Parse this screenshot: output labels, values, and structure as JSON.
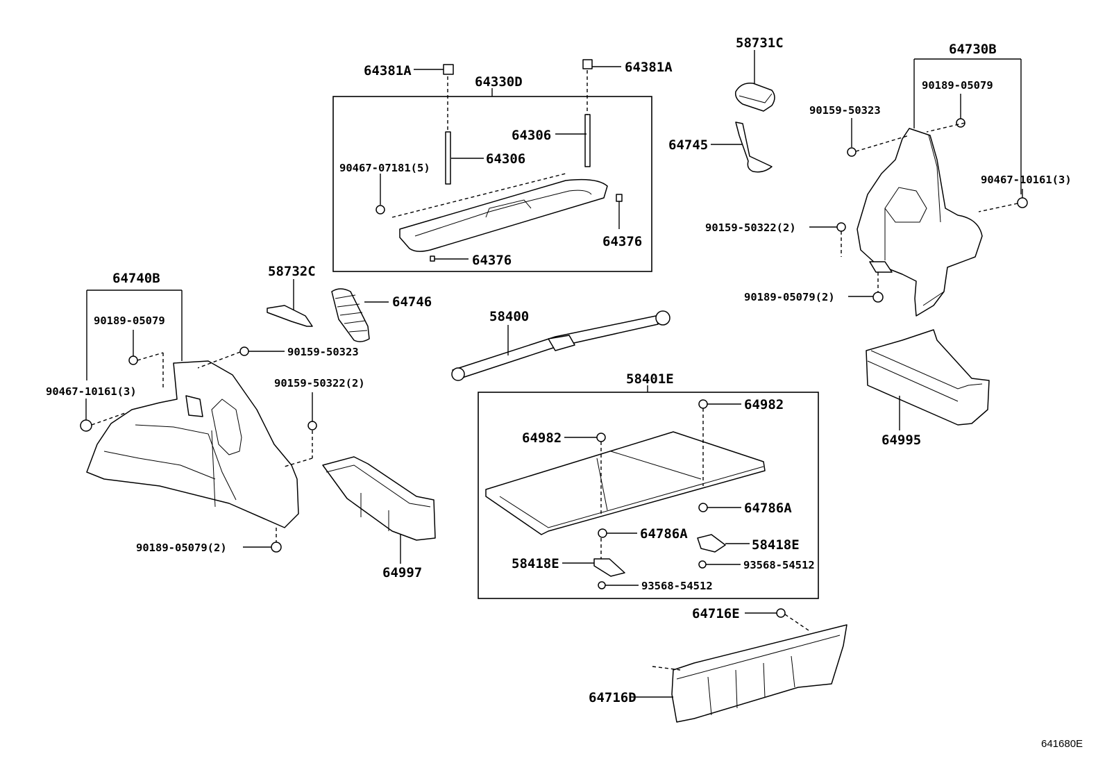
{
  "labels": {
    "p58731C": "58731C",
    "p64730B": "64730B",
    "p64381A_l": "64381A",
    "p64381A_r": "64381A",
    "p64330D": "64330D",
    "p64306_r": "64306",
    "p64306_l": "64306",
    "p90467_07181": "90467-07181(5)",
    "p64376_r": "64376",
    "p64376_b": "64376",
    "p64745": "64745",
    "p90189_05079_r": "90189-05079",
    "p90159_50323_r": "90159-50323",
    "p90467_10161_r": "90467-10161(3)",
    "p90159_50322_r": "90159-50322(2)",
    "p90189_05079_2_r": "90189-05079(2)",
    "p64740B": "64740B",
    "p90189_05079_l": "90189-05079",
    "p90159_50323_l": "90159-50323",
    "p90467_10161_l": "90467-10161(3)",
    "p90159_50322_l": "90159-50322(2)",
    "p90189_05079_2_l": "90189-05079(2)",
    "p58732C": "58732C",
    "p64746": "64746",
    "p58400": "58400",
    "p58401E": "58401E",
    "p64982_r": "64982",
    "p64982_l": "64982",
    "p64786A_r": "64786A",
    "p64786A_l": "64786A",
    "p58418E_r": "58418E",
    "p58418E_l": "58418E",
    "p93568_r": "93568-54512",
    "p93568_l": "93568-54512",
    "p64997": "64997",
    "p64995": "64995",
    "p64716E": "64716E",
    "p64716D": "64716D"
  },
  "diagram_ref": "641680E"
}
